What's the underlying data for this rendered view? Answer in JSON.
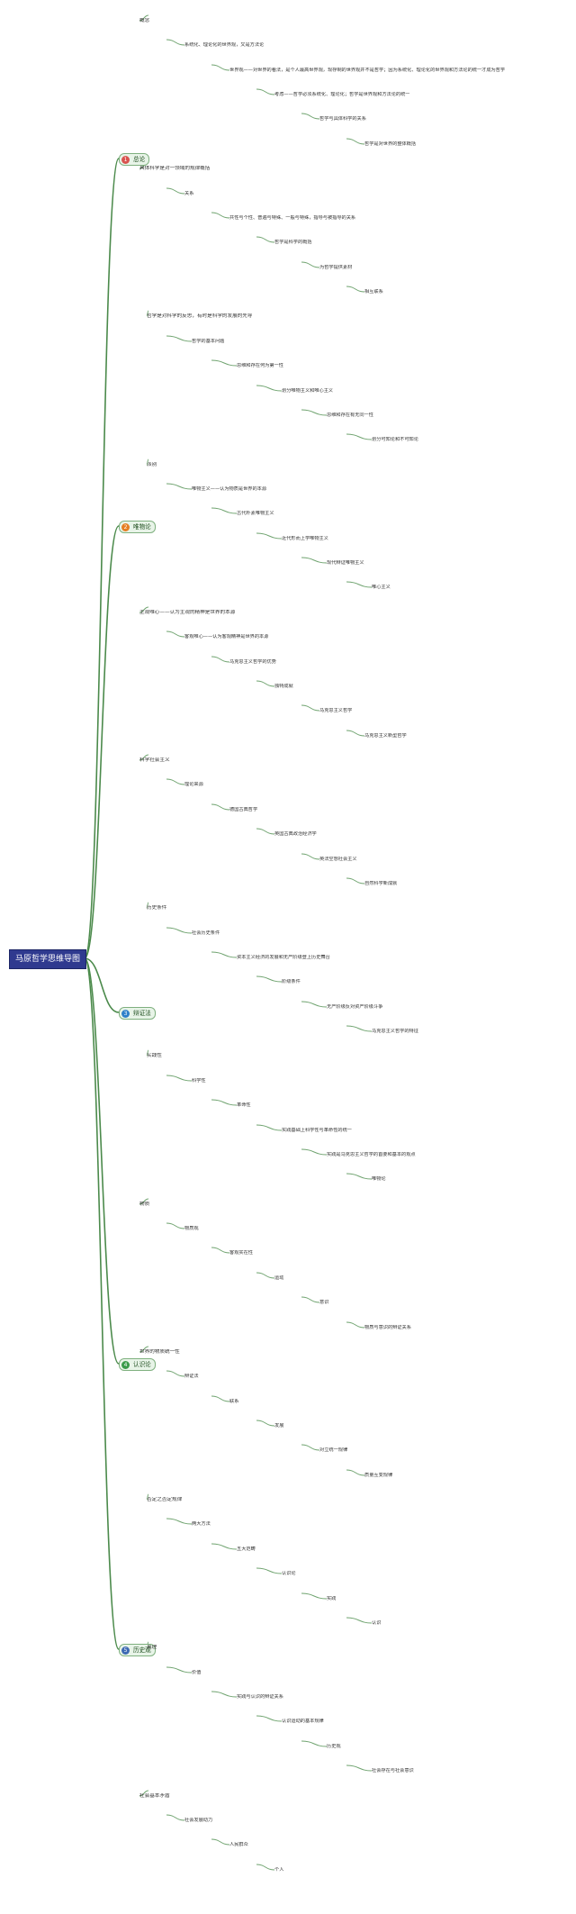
{
  "root": {
    "title": "马原哲学思维导图"
  },
  "branches": [
    {
      "label": "总论",
      "badge": "1",
      "color": "#d9534f"
    },
    {
      "label": "唯物论",
      "badge": "2",
      "color": "#e67e22"
    },
    {
      "label": "辩证法",
      "badge": "3",
      "color": "#2f80c9"
    },
    {
      "label": "认识论",
      "badge": "4",
      "color": "#3a9a4a"
    },
    {
      "label": "历史观",
      "badge": "5",
      "color": "#3e6ab3"
    }
  ],
  "texts": [
    "概念",
    "系统化、理论化的世界观，又是方法论",
    "世界观——对世界的看法，是个人最高世界观，现存制的世界观并不是哲学；因为系统化、理论化的世界观和方法论的统一才成为哲学",
    "考虑——哲学必须系统化、理论化；哲学是世界观和方法论的统一",
    "哲学与具体科学的关系",
    "哲学是对世界的整体概括",
    "具体科学是对一领域的规律概括",
    "关系",
    "共性与个性、普遍与特殊、一般与特殊，指导与被指导的关系",
    "哲学是科学的概括",
    "为哲学提供素材",
    "相互联系",
    "哲学是对科学的反思，有时是科学的发展的先导",
    "哲学的基本问题",
    "思维和存在何为第一性",
    "划分唯物主义和唯心主义",
    "思维和存在有无同一性",
    "划分可知论和不可知论",
    "派别",
    "唯物主义——认为物质是世界的本源",
    "古代朴素唯物主义",
    "近代形而上学唯物主义",
    "现代辩证唯物主义",
    "唯心主义",
    "主观唯心——认为主观的精神是世界的本源",
    "客观唯心——认为客观精神是世界的本源",
    "马克思主义哲学的优势",
    "独特成就",
    "马克思主义哲学",
    "马克思主义新型哲学",
    "科学社会主义",
    "理论来源",
    "德国古典哲学",
    "英国古典政治经济学",
    "英法空想社会主义",
    "自然科学新成就",
    "历史条件",
    "社会历史条件",
    "资本主义经济的发展和无产阶级登上历史舞台",
    "阶级条件",
    "无产阶级反对资产阶级斗争",
    "马克思主义哲学的特征",
    "实践性",
    "科学性",
    "革命性",
    "实践基础上科学性与革命性的统一",
    "实践是马克思主义哲学的首要和基本的观点",
    "唯物论",
    "物质",
    "物质观",
    "客观实在性",
    "运动",
    "意识",
    "物质与意识的辩证关系",
    "世界的物质统一性",
    "辩证法",
    "联系",
    "发展",
    "对立统一规律",
    "质量互变规律",
    "否定之否定规律",
    "两大方法",
    "五大范畴",
    "认识论",
    "实践",
    "认识",
    "真理",
    "价值",
    "实践与认识的辩证关系",
    "认识运动的基本规律",
    "历史观",
    "社会存在与社会意识",
    "社会基本矛盾",
    "社会发展动力",
    "人民群众",
    "个人"
  ]
}
